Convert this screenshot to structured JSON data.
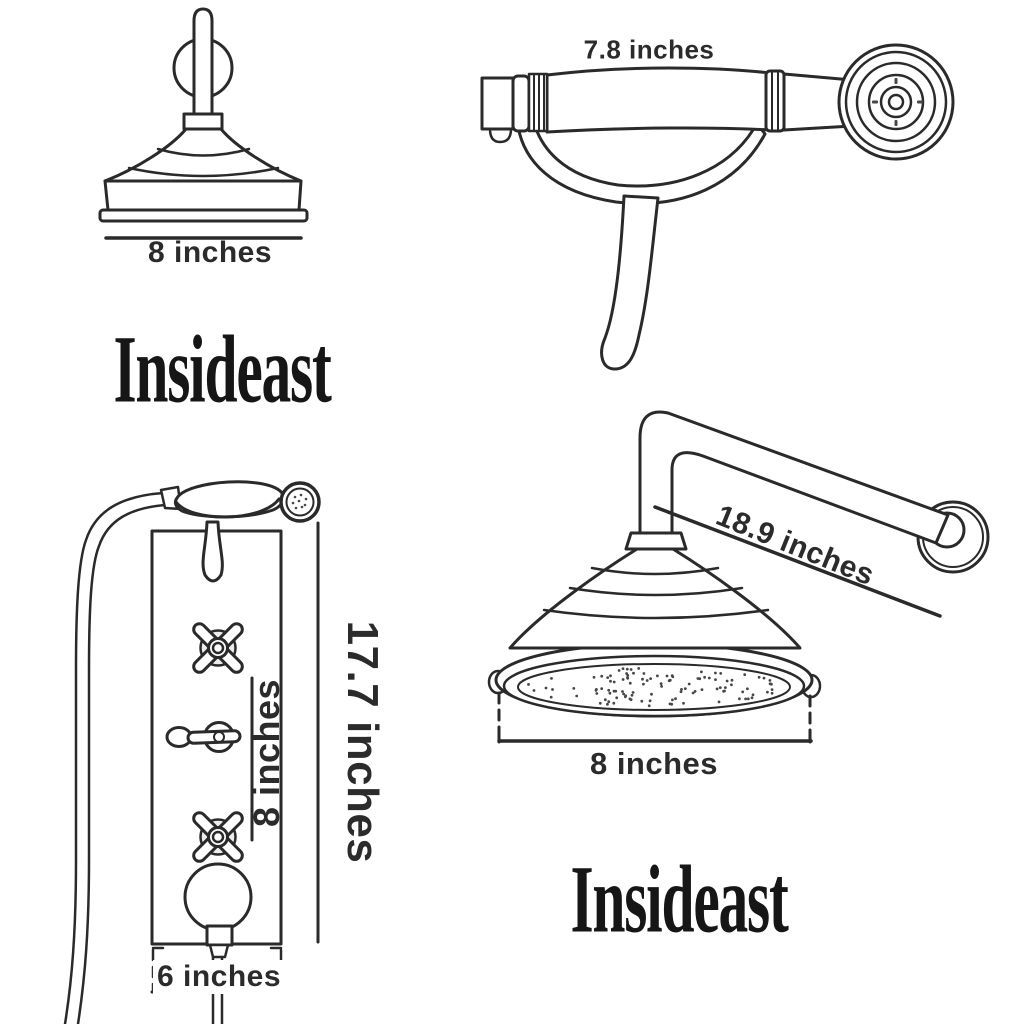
{
  "page": {
    "background_color": "#ffffff",
    "line_color": "#2a2a2a",
    "label_color": "#2b2b2b",
    "logo_color": "#161616"
  },
  "brand": {
    "logo_text": "Insideast"
  },
  "figures": {
    "fixed_shower_head": {
      "diameter_label": "8 inches"
    },
    "handheld_shower": {
      "length_label": "7.8 inches"
    },
    "shower_panel": {
      "height_label": "17.7 inches",
      "valve_span_label": "8 inches",
      "width_label": "6 inches"
    },
    "arm_mounted_head": {
      "arm_length_label": "18.9 inches",
      "diameter_label": "8 inches"
    }
  }
}
